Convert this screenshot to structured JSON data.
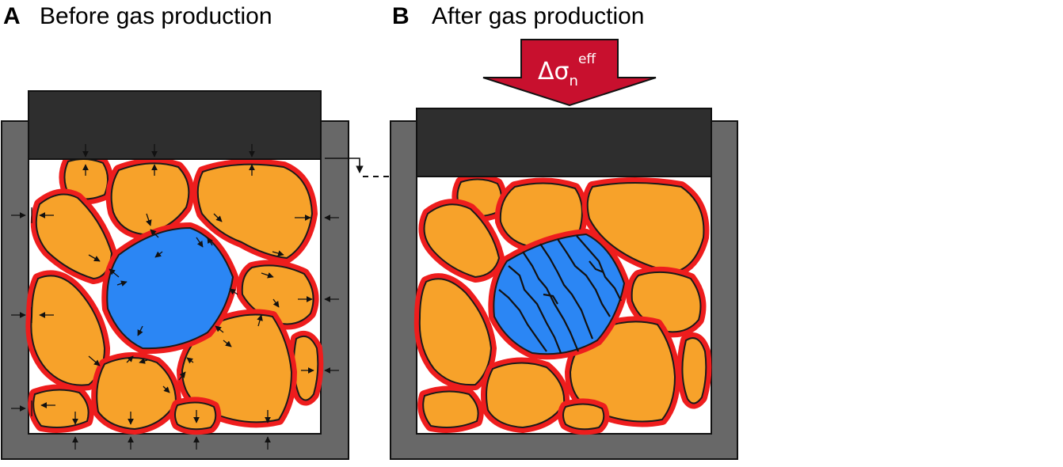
{
  "panel_a": {
    "letter": "A",
    "title": "Before gas production"
  },
  "panel_b": {
    "letter": "B",
    "title": "After gas production"
  },
  "stress_arrow": {
    "symbol": "Δσ",
    "subscript": "n",
    "superscript": "eff"
  },
  "colors": {
    "grain": "#f7a22a",
    "coating": "#ee1d1d",
    "fractured_grain": "#2b86f4",
    "piston": "#2e2e2e",
    "vessel": "#686868",
    "stress_arrow": "#c8102e"
  }
}
